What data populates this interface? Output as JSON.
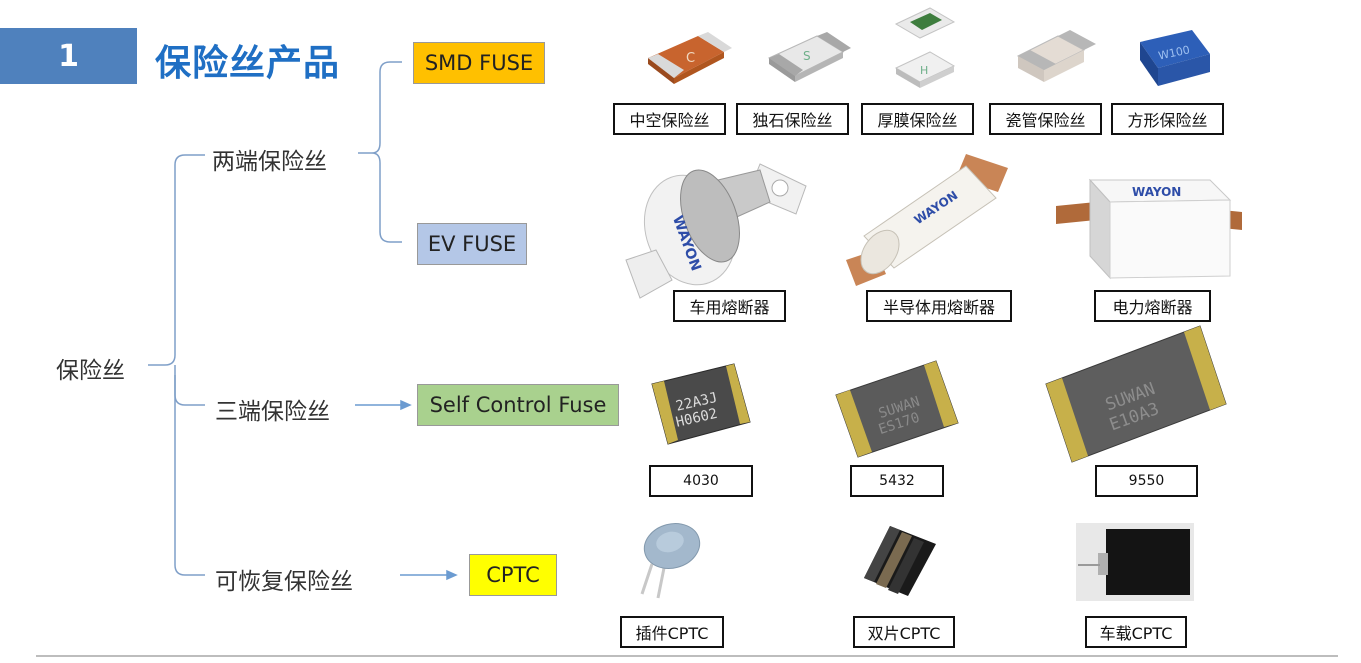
{
  "header": {
    "number": "1",
    "title": "保险丝产品"
  },
  "tree": {
    "root": "保险丝",
    "two_terminal": "两端保险丝",
    "three_terminal": "三端保险丝",
    "resettable": "可恢复保险丝"
  },
  "types": {
    "smd": {
      "label": "SMD FUSE",
      "color": "#ffc000"
    },
    "ev": {
      "label": "EV FUSE",
      "color": "#b4c7e7"
    },
    "scf": {
      "label": "Self Control Fuse",
      "color": "#a9d18e"
    },
    "cptc": {
      "label": "CPTC",
      "color": "#ffff00"
    }
  },
  "smd_products": [
    {
      "caption": "中空保险丝",
      "marking": "C"
    },
    {
      "caption": "独石保险丝",
      "marking": "S"
    },
    {
      "caption": "厚膜保险丝",
      "marking": "H"
    },
    {
      "caption": "瓷管保险丝",
      "marking": ""
    },
    {
      "caption": "方形保险丝",
      "marking": "W100"
    }
  ],
  "ev_products": [
    {
      "caption": "车用熔断器",
      "marking": "WAYON"
    },
    {
      "caption": "半导体用熔断器",
      "marking": "WAYON"
    },
    {
      "caption": "电力熔断器",
      "marking": "WAYON"
    }
  ],
  "scf_products": [
    {
      "caption": "4030",
      "marking_line1": "22A3J",
      "marking_line2": "H0602"
    },
    {
      "caption": "5432",
      "marking_line1": "SUWAN",
      "marking_line2": "ES170"
    },
    {
      "caption": "9550",
      "marking_line1": "SUWAN",
      "marking_line2": "E10A3"
    }
  ],
  "cptc_products": [
    {
      "caption": "插件CPTC"
    },
    {
      "caption": "双片CPTC"
    },
    {
      "caption": "车载CPTC"
    }
  ]
}
